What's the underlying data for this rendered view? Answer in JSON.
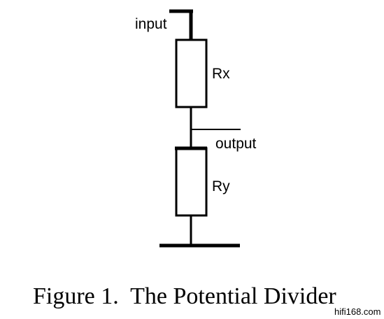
{
  "diagram": {
    "input_label": "input",
    "output_label": "output",
    "resistor_top_label": "Rx",
    "resistor_bottom_label": "Ry",
    "caption": "Figure 1.  The Potential Divider",
    "watermark": "hifi168.com"
  },
  "colors": {
    "line": "#000000",
    "background": "#ffffff"
  }
}
